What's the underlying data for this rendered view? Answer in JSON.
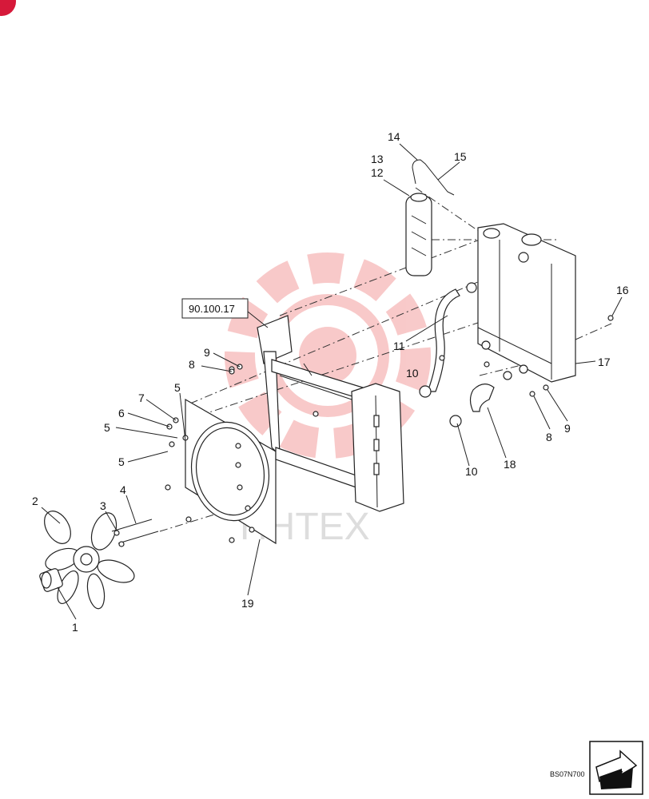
{
  "callouts": [
    {
      "id": "c1",
      "text": "1"
    },
    {
      "id": "c2",
      "text": "2"
    },
    {
      "id": "c3",
      "text": "3"
    },
    {
      "id": "c4",
      "text": "4"
    },
    {
      "id": "c5a",
      "text": "5"
    },
    {
      "id": "c5b",
      "text": "5"
    },
    {
      "id": "c5c",
      "text": "5"
    },
    {
      "id": "c6",
      "text": "6"
    },
    {
      "id": "c7",
      "text": "7"
    },
    {
      "id": "c8a",
      "text": "8"
    },
    {
      "id": "c8b",
      "text": "8"
    },
    {
      "id": "c9a",
      "text": "9"
    },
    {
      "id": "c9b",
      "text": "9"
    },
    {
      "id": "c10a",
      "text": "10"
    },
    {
      "id": "c10b",
      "text": "10"
    },
    {
      "id": "c11",
      "text": "11"
    },
    {
      "id": "c12",
      "text": "12"
    },
    {
      "id": "c13",
      "text": "13"
    },
    {
      "id": "c14",
      "text": "14"
    },
    {
      "id": "c15",
      "text": "15"
    },
    {
      "id": "c16",
      "text": "16"
    },
    {
      "id": "c17",
      "text": "17"
    },
    {
      "id": "c18",
      "text": "18"
    },
    {
      "id": "c19",
      "text": "19"
    }
  ],
  "reference_box": "90.100.17",
  "drawing_code": "BS07N700",
  "watermark": "HHTEX",
  "colors": {
    "line": "#222222",
    "watermark": "#f08a8a",
    "corner_badge": "#d6193a"
  },
  "icons": [
    "next-page-arrow-icon"
  ]
}
